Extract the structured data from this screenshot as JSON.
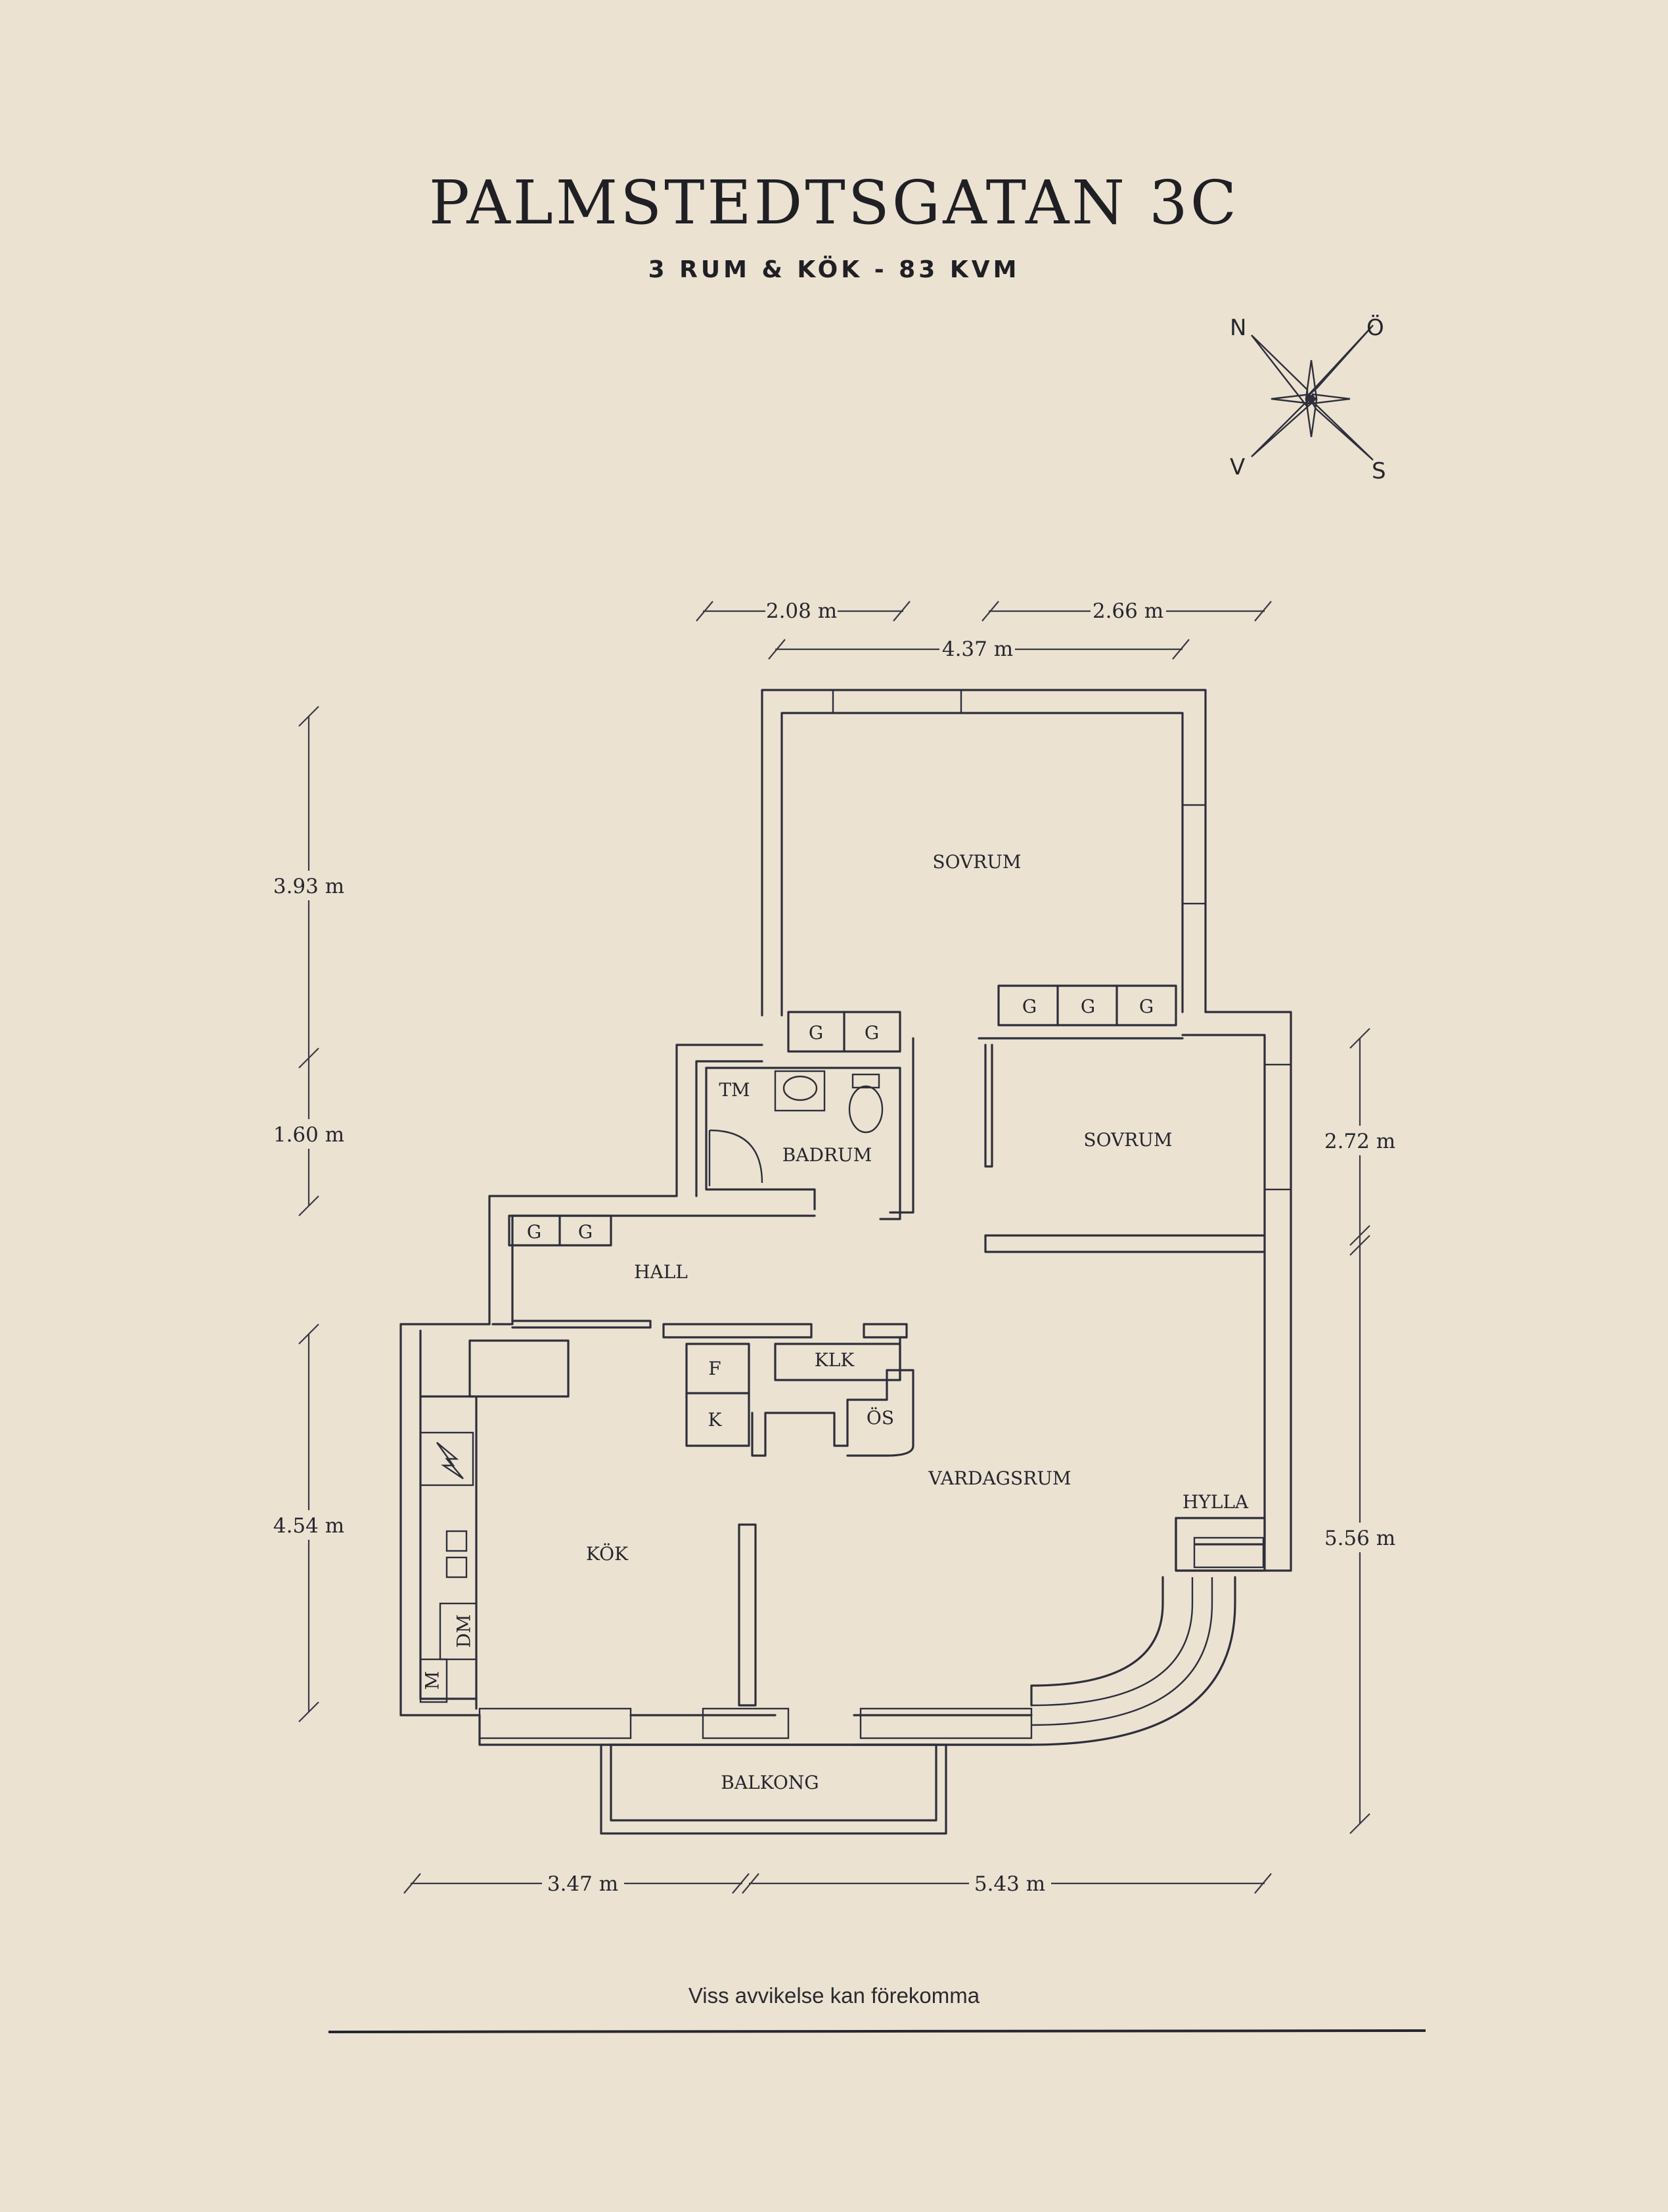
{
  "header": {
    "title": "PALMSTEDTSGATAN 3C",
    "subtitle": "3 RUM & KÖK  -  83 KVM"
  },
  "compass": {
    "n": "N",
    "o": "Ö",
    "v": "V",
    "s": "S"
  },
  "rooms": {
    "sovrum_1": "SOVRUM",
    "sovrum_2": "SOVRUM",
    "badrum": "BADRUM",
    "tm": "TM",
    "hall": "HALL",
    "klk": "KLK",
    "f": "F",
    "k": "K",
    "os": "ÖS",
    "vardagsrum": "VARDAGSRUM",
    "hylla": "HYLLA",
    "kok": "KÖK",
    "dm": "DM",
    "m": "M",
    "balkong": "BALKONG"
  },
  "closets": [
    "G",
    "G",
    "G",
    "G",
    "G",
    "G",
    "G"
  ],
  "dimensions": {
    "top_left": "2.08 m",
    "top_right": "2.66 m",
    "top_total": "4.37 m",
    "left_upper": "3.93 m",
    "left_middle": "1.60 m",
    "left_lower": "4.54 m",
    "right_upper": "2.72 m",
    "right_lower": "5.56 m",
    "bottom_left": "3.47 m",
    "bottom_right": "5.43 m"
  },
  "footer": {
    "disclaimer": "Viss avvikelse kan förekomma"
  }
}
